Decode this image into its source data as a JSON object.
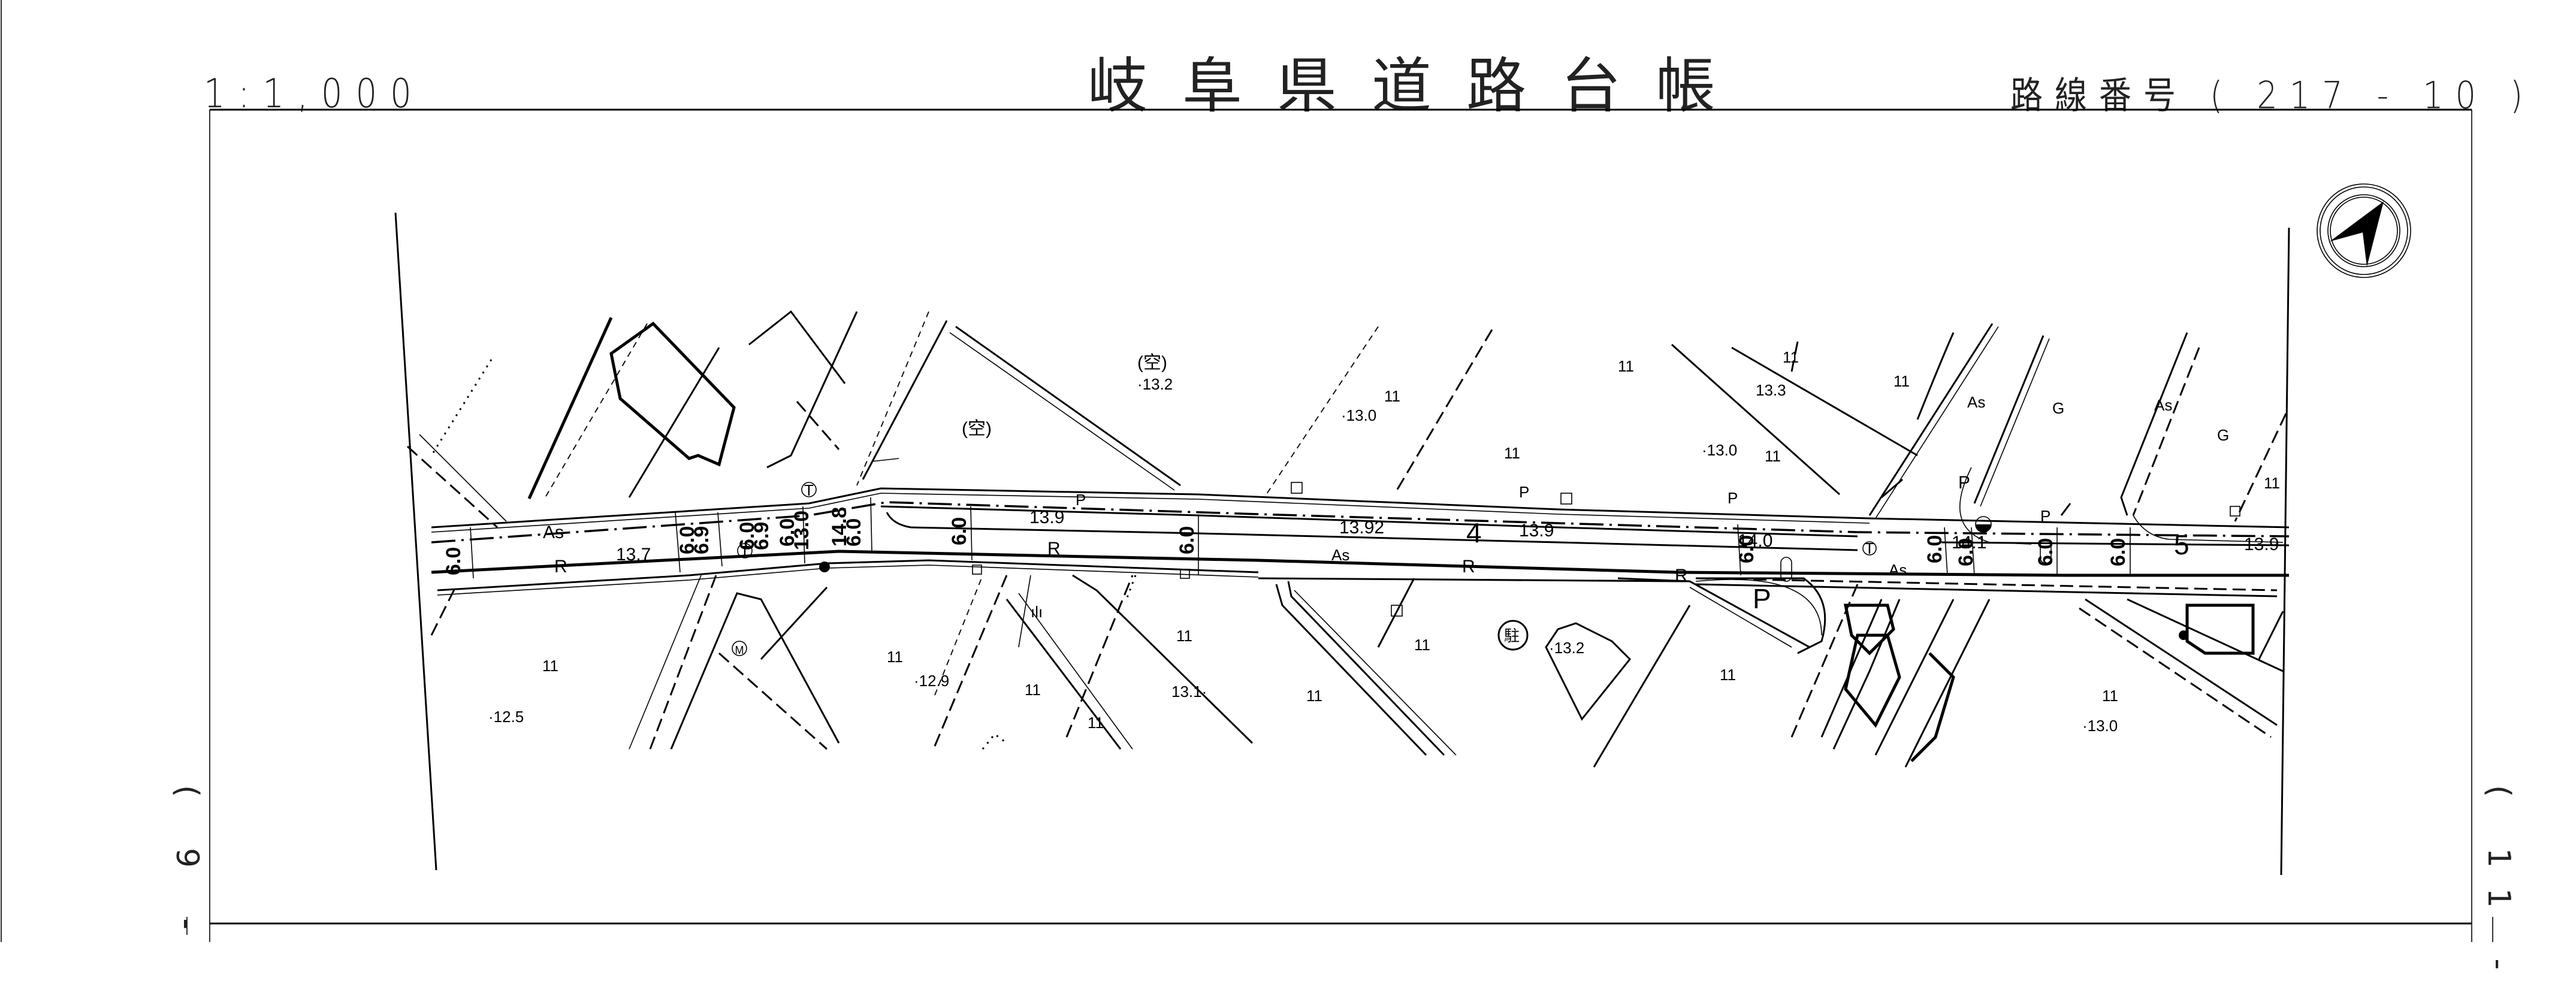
{
  "header": {
    "scale": "1:1,000",
    "title": "岐阜県道路台帳",
    "route_number": "路線番号 ( 217 - 10 )"
  },
  "adjacent_sheets": {
    "left": "( 9 -",
    "right": "( 11 -"
  },
  "compass": {
    "icon": "north-arrow-icon"
  },
  "map_labels": {
    "land_use": {
      "vacant_1": "(空)",
      "vacant_2": "(空)",
      "parking_mark": "駐",
      "parking_p1": "P",
      "parking_p2": "P"
    },
    "surface": {
      "as_1": "As",
      "as_2": "As",
      "as_3": "As",
      "as_4": "As",
      "as_5": "As",
      "g_1": "G",
      "g_2": "G",
      "r_1": "R",
      "r_2": "R",
      "r_3": "R",
      "r_4": "R",
      "p_1": "P",
      "p_2": "P",
      "p_3": "P",
      "p_4": "P"
    },
    "field_marks": {
      "m1": "11",
      "m2": "11",
      "m3": "11",
      "m4": "11",
      "m5": "11",
      "m6": "11",
      "m7": "11",
      "m8": "11",
      "m9": "11",
      "m10": "11",
      "m11": "11",
      "m12": "11",
      "m13": "11",
      "m14": "11",
      "m15": "11",
      "m16": "11",
      "m17": "ılı"
    },
    "elevations": {
      "e1": "·13.2",
      "e2": "·13.0",
      "e3": "13.3",
      "e4": "·13.0",
      "e5": "·12.5",
      "e6": "·12.9",
      "e7": "13.1·",
      "e8": "·13.2",
      "e9": "·13.0",
      "e10": "13.7",
      "e11": "13.9",
      "e12": "13.92",
      "e13": "13.9",
      "e14": "14.0",
      "e15": "14.1",
      "e16": "13.9"
    },
    "stations": {
      "s4": "4",
      "s5": "5"
    },
    "widths": {
      "w1": "6.0",
      "w2": "6.0",
      "w3": "6.9",
      "w4": "6.0",
      "w5": "6.9",
      "w6": "6.0",
      "w7": "13.0",
      "w8": "14.8",
      "w9": "6.0",
      "w10": "6.0",
      "w11": "6.0",
      "w12": "6.0",
      "w13": "6.0",
      "w14": "6.0",
      "w15": "6.0",
      "w16": "6.0"
    },
    "symbols": {
      "telephone": "T",
      "manhole": "M"
    }
  }
}
